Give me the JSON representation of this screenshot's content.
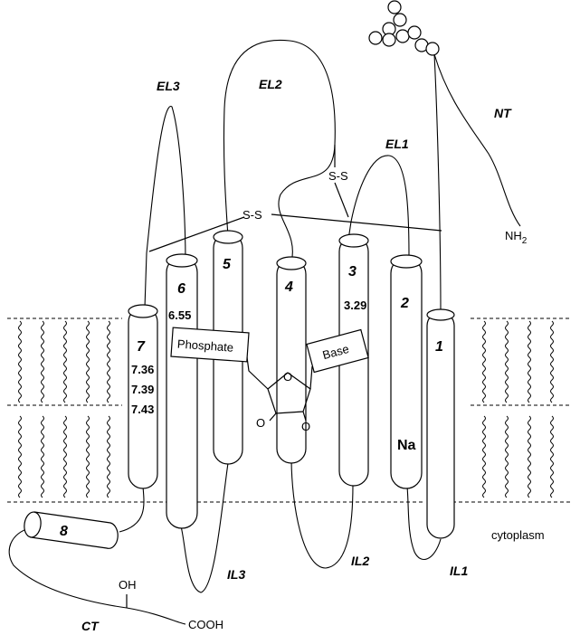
{
  "helices": [
    {
      "id": "helix-1",
      "label": "1"
    },
    {
      "id": "helix-2",
      "label": "2"
    },
    {
      "id": "helix-3",
      "label": "3"
    },
    {
      "id": "helix-4",
      "label": "4"
    },
    {
      "id": "helix-5",
      "label": "5"
    },
    {
      "id": "helix-6",
      "label": "6"
    },
    {
      "id": "helix-7",
      "label": "7"
    },
    {
      "id": "helix-8",
      "label": "8"
    }
  ],
  "loops": {
    "el1": "EL1",
    "el2": "EL2",
    "el3": "EL3",
    "il1": "IL1",
    "il2": "IL2",
    "il3": "IL3",
    "nt": "NT",
    "ct": "CT"
  },
  "residues": {
    "r329": "3.29",
    "r655": "6.55",
    "r736": "7.36",
    "r739": "7.39",
    "r743": "7.43"
  },
  "ligand": {
    "phosphate": "Phosphate",
    "base": "Base",
    "o1": "O",
    "o2": "O",
    "o3": "O"
  },
  "labels": {
    "ss_top": "S-S",
    "ss_mid": "S-S",
    "nh2": "NH",
    "nh2_sub": "2",
    "oh": "OH",
    "cooh": "COOH",
    "cytoplasm": "cytoplasm",
    "sodium": "Na"
  }
}
